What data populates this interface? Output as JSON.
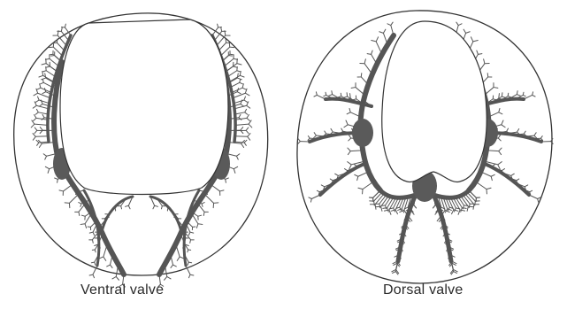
{
  "figure": {
    "panels": [
      {
        "id": "ventral",
        "label": "Ventral valve",
        "canal_color": "#555555"
      },
      {
        "id": "dorsal",
        "label": "Dorsal valve",
        "canal_color": "#555555"
      }
    ]
  }
}
